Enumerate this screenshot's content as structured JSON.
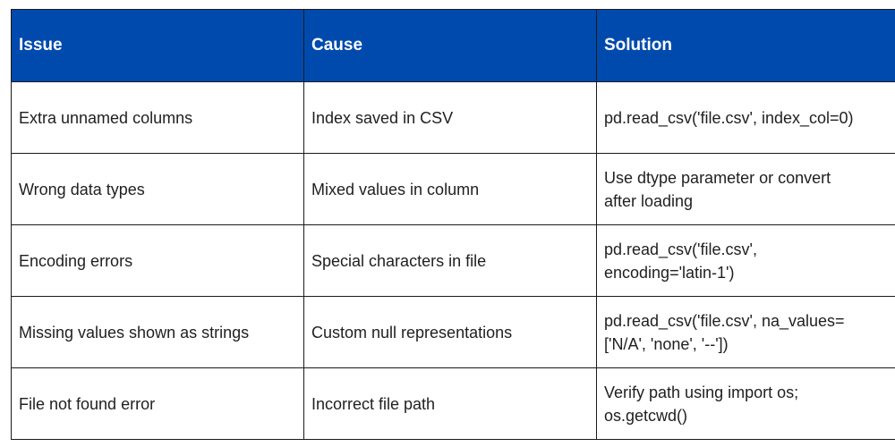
{
  "headers": {
    "issue": "Issue",
    "cause": "Cause",
    "solution": "Solution"
  },
  "rows": [
    {
      "issue": "Extra unnamed columns",
      "cause": "Index saved in CSV",
      "solution": "pd.read_csv('file.csv', index_col=0)"
    },
    {
      "issue": "Wrong data types",
      "cause": "Mixed values in column",
      "solution": "Use dtype parameter or convert\nafter loading"
    },
    {
      "issue": "Encoding errors",
      "cause": "Special characters in file",
      "solution": "pd.read_csv('file.csv',\nencoding='latin-1')"
    },
    {
      "issue": "Missing values shown as strings",
      "cause": "Custom null representations",
      "solution": "pd.read_csv('file.csv', na_values=\n['N/A', 'none', '--'])"
    },
    {
      "issue": "File not found error",
      "cause": "Incorrect file path",
      "solution": "Verify path using import os;\nos.getcwd()"
    }
  ],
  "colors": {
    "header_background": "#004aad",
    "header_text": "#ffffff",
    "body_text": "#1f1f1f",
    "border": "#1a1a1a"
  }
}
